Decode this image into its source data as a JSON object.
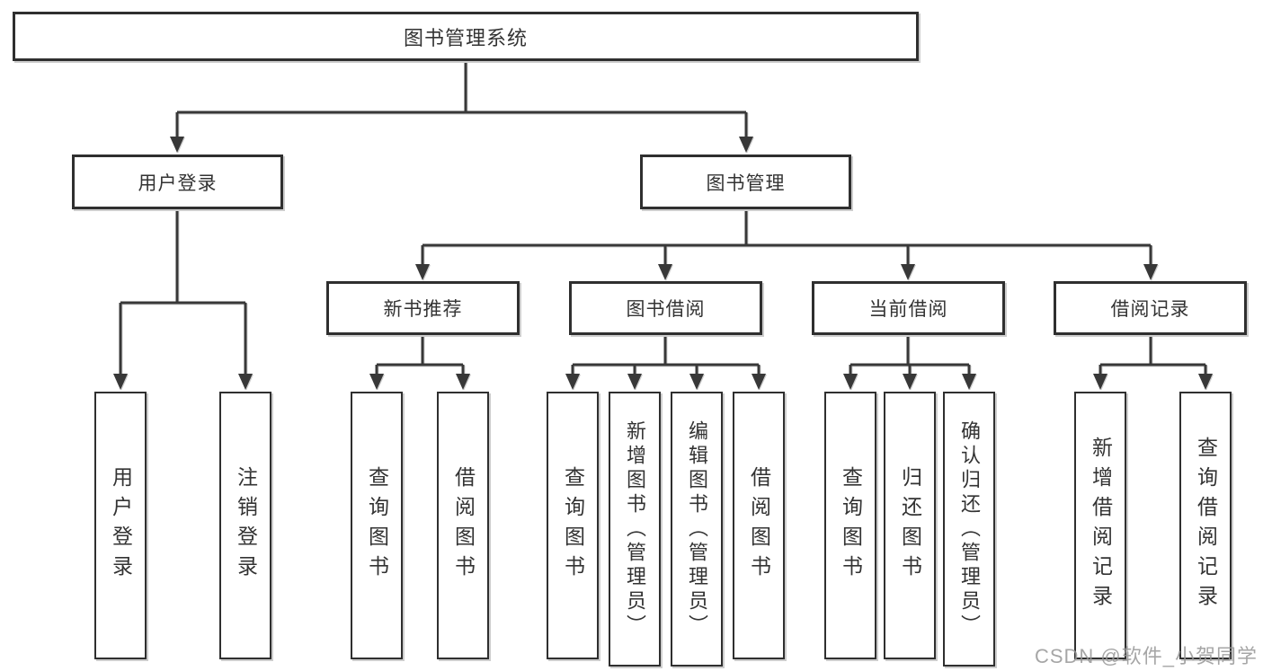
{
  "diagram": {
    "root": {
      "label": "图书管理系统"
    },
    "branches": [
      {
        "label": "用户登录",
        "children": [
          {
            "label": "用户登录"
          },
          {
            "label": "注销登录"
          }
        ]
      },
      {
        "label": "图书管理",
        "children": [
          {
            "label": "新书推荐",
            "children": [
              {
                "label": "查询图书"
              },
              {
                "label": "借阅图书"
              }
            ]
          },
          {
            "label": "图书借阅",
            "children": [
              {
                "label": "查询图书"
              },
              {
                "label": "新增图书（管理员）"
              },
              {
                "label": "编辑图书（管理员）"
              },
              {
                "label": "借阅图书"
              }
            ]
          },
          {
            "label": "当前借阅",
            "children": [
              {
                "label": "查询图书"
              },
              {
                "label": "归还图书"
              },
              {
                "label": "确认归还（管理员）"
              }
            ]
          },
          {
            "label": "借阅记录",
            "children": [
              {
                "label": "新增借阅记录"
              },
              {
                "label": "查询借阅记录"
              }
            ]
          }
        ]
      }
    ]
  },
  "watermark": {
    "text": "CSDN @软件_小贺同学"
  },
  "colors": {
    "line": "#383838",
    "box_border": "#2f2f2f",
    "text": "#333333",
    "watermark": "#969696",
    "background": "#ffffff"
  }
}
